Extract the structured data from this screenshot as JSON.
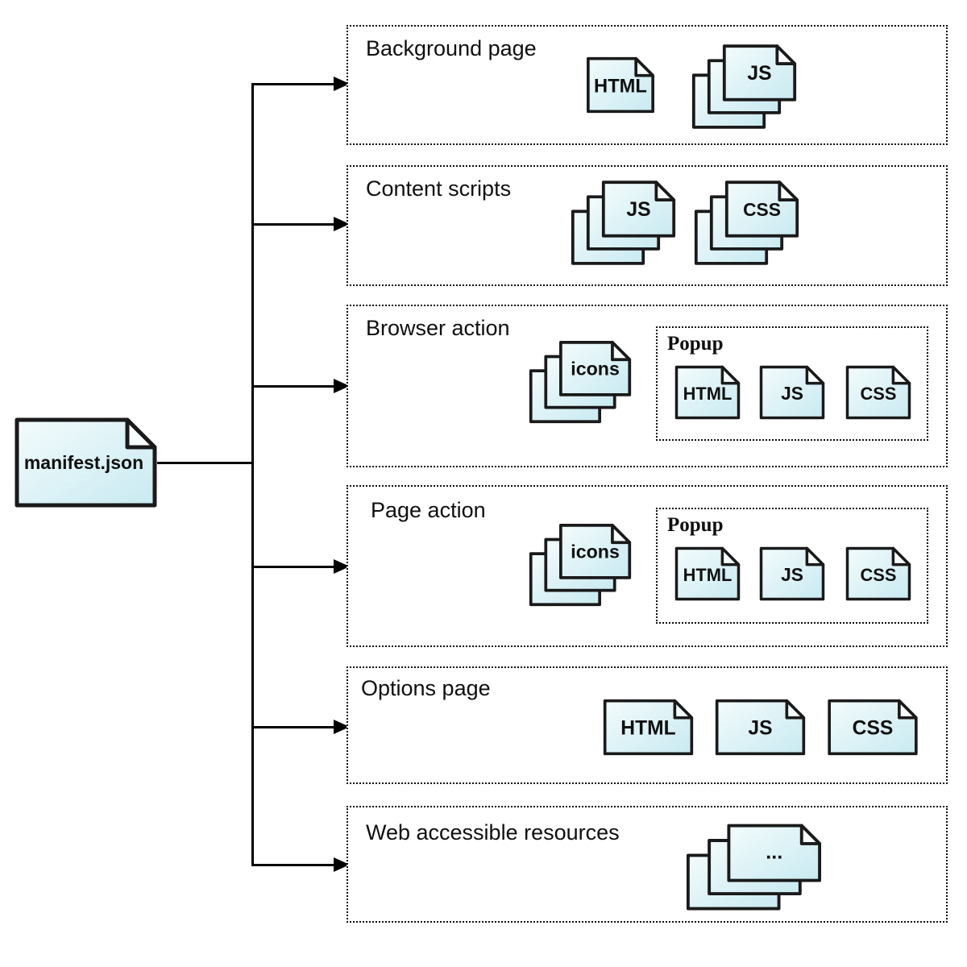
{
  "diagram": {
    "root_file": {
      "label": "manifest.json"
    },
    "sections": [
      {
        "title": "Background page",
        "files": [
          {
            "label": "HTML",
            "type": "single"
          },
          {
            "label": "JS",
            "type": "stack"
          }
        ]
      },
      {
        "title": "Content scripts",
        "files": [
          {
            "label": "JS",
            "type": "stack"
          },
          {
            "label": "CSS",
            "type": "stack"
          }
        ]
      },
      {
        "title": "Browser action",
        "files": [
          {
            "label": "icons",
            "type": "stack"
          }
        ],
        "popup": {
          "title": "Popup",
          "files": [
            {
              "label": "HTML",
              "type": "single"
            },
            {
              "label": "JS",
              "type": "single"
            },
            {
              "label": "CSS",
              "type": "single"
            }
          ]
        }
      },
      {
        "title": "Page action",
        "files": [
          {
            "label": "icons",
            "type": "stack"
          }
        ],
        "popup": {
          "title": "Popup",
          "files": [
            {
              "label": "HTML",
              "type": "single"
            },
            {
              "label": "JS",
              "type": "single"
            },
            {
              "label": "CSS",
              "type": "single"
            }
          ]
        }
      },
      {
        "title": "Options page",
        "files": [
          {
            "label": "HTML",
            "type": "single"
          },
          {
            "label": "JS",
            "type": "single"
          },
          {
            "label": "CSS",
            "type": "single"
          }
        ]
      },
      {
        "title": "Web accessible resources",
        "files": [
          {
            "label": "...",
            "type": "stack"
          }
        ]
      }
    ],
    "colors": {
      "file_fill_light": "#f3fbfc",
      "file_fill_dark": "#c8eaf1",
      "file_stroke": "#1a1a1a",
      "line": "#000000"
    }
  }
}
